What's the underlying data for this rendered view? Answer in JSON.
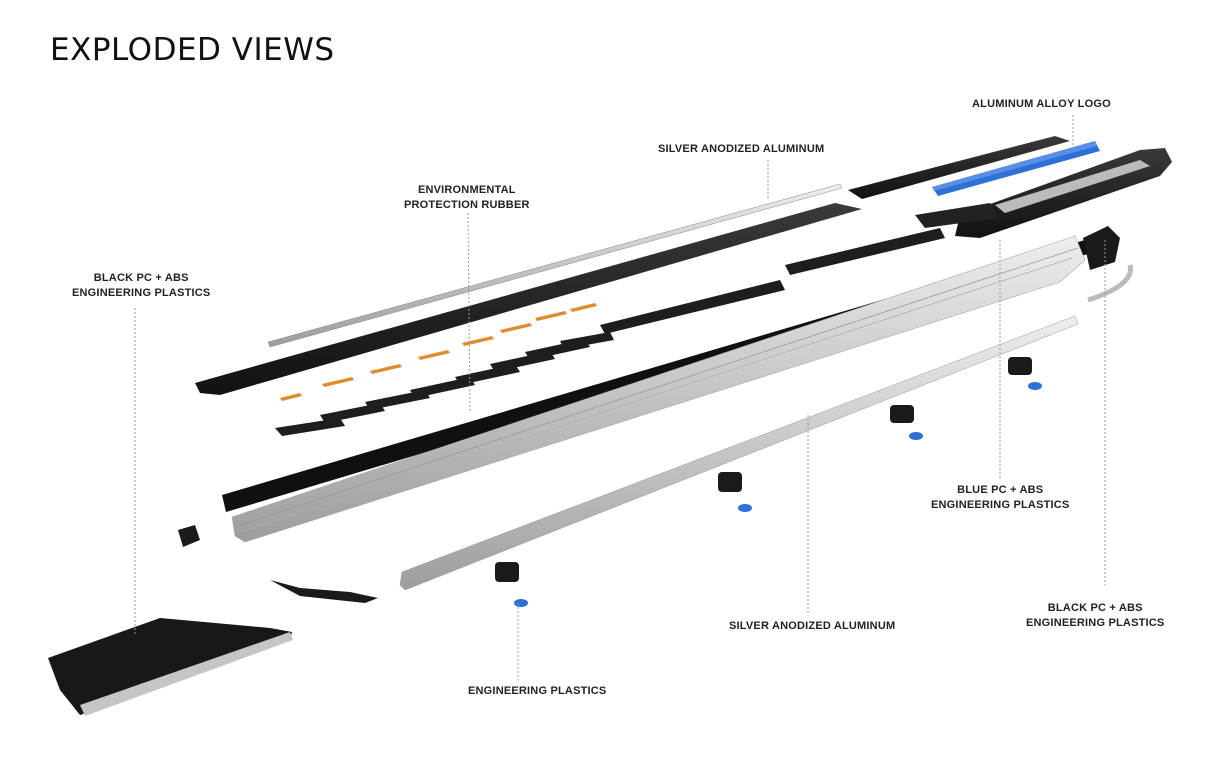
{
  "title": "EXPLODED VIEWS",
  "labels": {
    "logo": [
      "ALUMINUM ALLOY LOGO"
    ],
    "silver_top": [
      "SILVER ANODIZED ALUMINUM"
    ],
    "rubber": [
      "ENVIRONMENTAL",
      "PROTECTION RUBBER"
    ],
    "black_left": [
      "BLACK PC + ABS",
      "ENGINEERING PLASTICS"
    ],
    "blue": [
      "BLUE PC + ABS",
      "ENGINEERING PLASTICS"
    ],
    "black_right": [
      "BLACK PC + ABS",
      "ENGINEERING PLASTICS"
    ],
    "silver_bottom": [
      "SILVER ANODIZED ALUMINUM"
    ],
    "eng": [
      "ENGINEERING PLASTICS"
    ]
  },
  "colors": {
    "black_part": "#1c1c1c",
    "aluminum": "#c9cacc",
    "rubber": "#e08a2e",
    "blue_part": "#2f6fd8",
    "leader": "#9a9a9a"
  }
}
